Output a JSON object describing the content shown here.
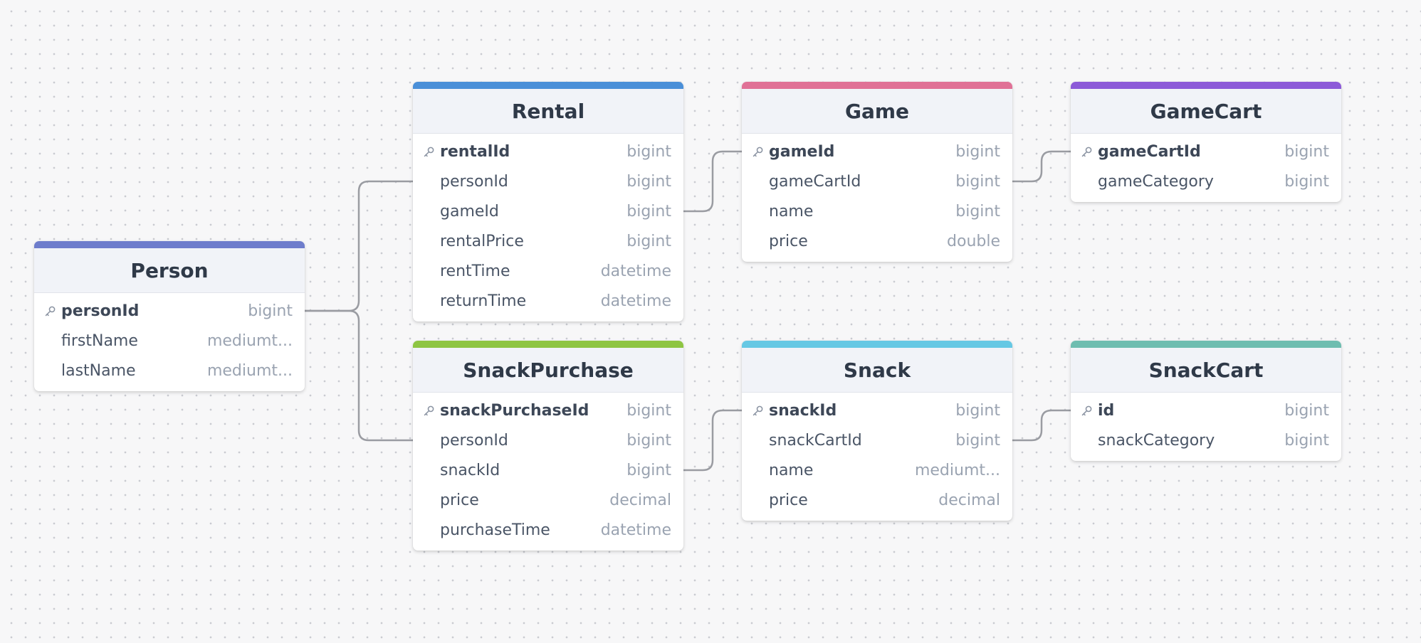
{
  "diagram": {
    "tables": [
      {
        "id": "person",
        "title": "Person",
        "accent": "#6e7dcc",
        "columns": [
          {
            "name": "personId",
            "type": "bigint",
            "pk": true
          },
          {
            "name": "firstName",
            "type": "mediumt...",
            "pk": false
          },
          {
            "name": "lastName",
            "type": "mediumt...",
            "pk": false
          }
        ]
      },
      {
        "id": "rental",
        "title": "Rental",
        "accent": "#4a8fd8",
        "columns": [
          {
            "name": "rentalId",
            "type": "bigint",
            "pk": true
          },
          {
            "name": "personId",
            "type": "bigint",
            "pk": false
          },
          {
            "name": "gameId",
            "type": "bigint",
            "pk": false
          },
          {
            "name": "rentalPrice",
            "type": "bigint",
            "pk": false
          },
          {
            "name": "rentTime",
            "type": "datetime",
            "pk": false
          },
          {
            "name": "returnTime",
            "type": "datetime",
            "pk": false
          }
        ]
      },
      {
        "id": "game",
        "title": "Game",
        "accent": "#e07196",
        "columns": [
          {
            "name": "gameId",
            "type": "bigint",
            "pk": true
          },
          {
            "name": "gameCartId",
            "type": "bigint",
            "pk": false
          },
          {
            "name": "name",
            "type": "bigint",
            "pk": false
          },
          {
            "name": "price",
            "type": "double",
            "pk": false
          }
        ]
      },
      {
        "id": "gamecart",
        "title": "GameCart",
        "accent": "#8c5ad8",
        "columns": [
          {
            "name": "gameCartId",
            "type": "bigint",
            "pk": true
          },
          {
            "name": "gameCategory",
            "type": "bigint",
            "pk": false
          }
        ]
      },
      {
        "id": "snackpurchase",
        "title": "SnackPurchase",
        "accent": "#8ec542",
        "columns": [
          {
            "name": "snackPurchaseId",
            "type": "bigint",
            "pk": true
          },
          {
            "name": "personId",
            "type": "bigint",
            "pk": false
          },
          {
            "name": "snackId",
            "type": "bigint",
            "pk": false
          },
          {
            "name": "price",
            "type": "decimal",
            "pk": false
          },
          {
            "name": "purchaseTime",
            "type": "datetime",
            "pk": false
          }
        ]
      },
      {
        "id": "snack",
        "title": "Snack",
        "accent": "#66c8e4",
        "columns": [
          {
            "name": "snackId",
            "type": "bigint",
            "pk": true
          },
          {
            "name": "snackCartId",
            "type": "bigint",
            "pk": false
          },
          {
            "name": "name",
            "type": "mediumt...",
            "pk": false
          },
          {
            "name": "price",
            "type": "decimal",
            "pk": false
          }
        ]
      },
      {
        "id": "snackcart",
        "title": "SnackCart",
        "accent": "#6ebdb0",
        "columns": [
          {
            "name": "id",
            "type": "bigint",
            "pk": true
          },
          {
            "name": "snackCategory",
            "type": "bigint",
            "pk": false
          }
        ]
      }
    ],
    "relations": [
      {
        "from": "person.personId",
        "to": "rental.personId"
      },
      {
        "from": "person.personId",
        "to": "snackpurchase.personId"
      },
      {
        "from": "rental.gameId",
        "to": "game.gameId"
      },
      {
        "from": "game.gameCartId",
        "to": "gamecart.gameCartId"
      },
      {
        "from": "snackpurchase.snackId",
        "to": "snack.snackId"
      },
      {
        "from": "snack.snackCartId",
        "to": "snackcart.id"
      }
    ],
    "icons": {
      "primary_key": "key-icon"
    },
    "colors": {
      "connector": "#9a9ca2",
      "header_bg": "#f1f3f8"
    }
  }
}
